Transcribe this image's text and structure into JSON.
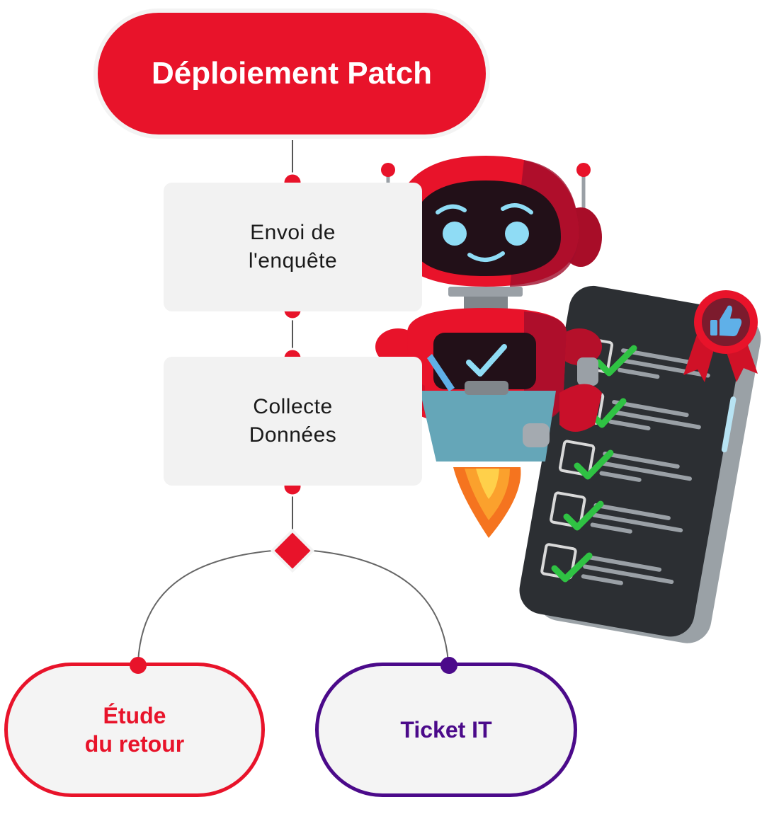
{
  "diagram": {
    "start": {
      "label": "Déploiement Patch"
    },
    "steps": [
      {
        "label": "Envoi de\nl'enquête"
      },
      {
        "label": "Collecte\nDonnées"
      }
    ],
    "outcomes": [
      {
        "label": "Étude\ndu retour"
      },
      {
        "label": "Ticket IT"
      }
    ]
  },
  "colors": {
    "accent_red": "#e8132a",
    "accent_purple": "#4b0a8a",
    "box_fill": "#f2f2f2",
    "connector": "#555555"
  },
  "icons": [
    "robot-mascot-icon",
    "phone-checklist-icon",
    "thumbs-up-badge-icon",
    "checkmark-icon",
    "rocket-flame-icon",
    "decision-diamond-icon"
  ]
}
